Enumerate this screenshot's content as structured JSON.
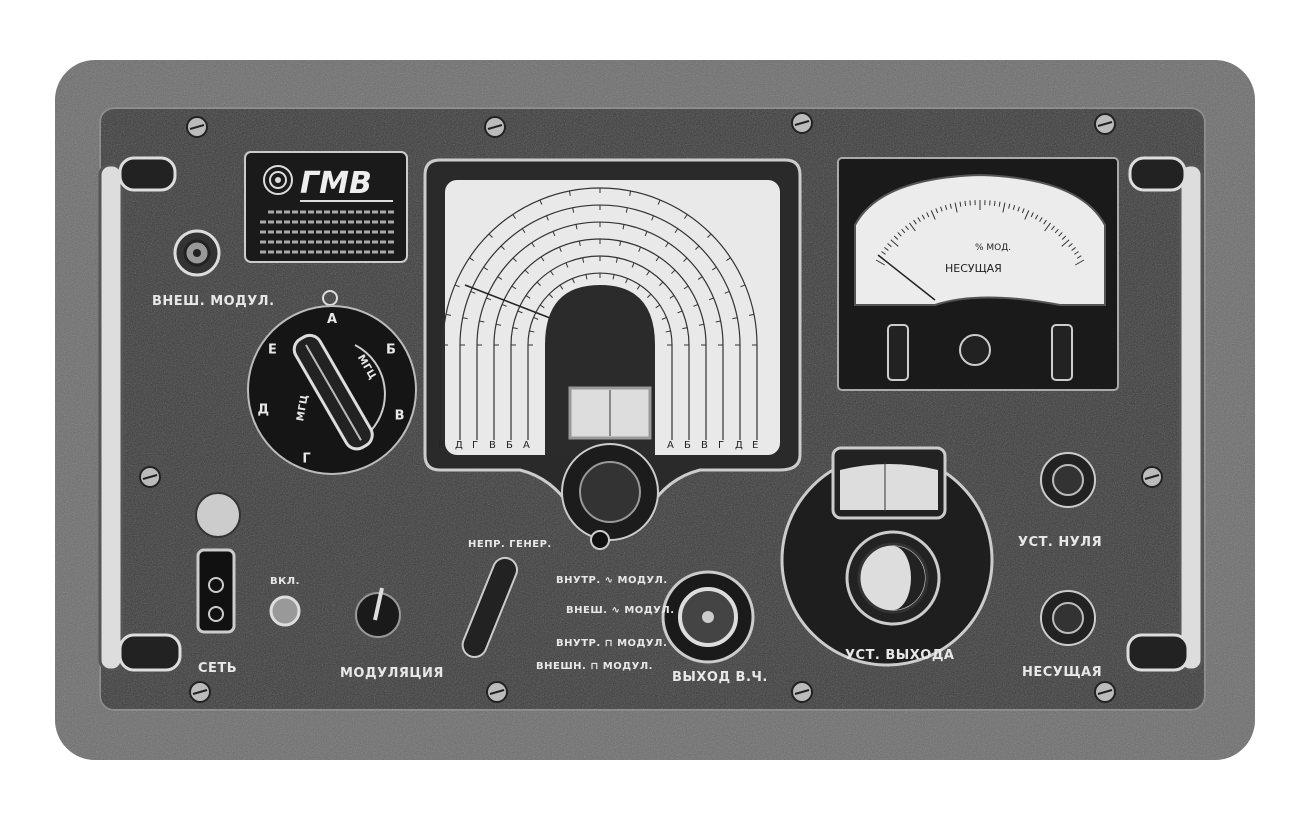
{
  "nameplate": {
    "logo": "ГМВ"
  },
  "band_switch": {
    "letters": [
      "А",
      "Б",
      "В",
      "Г",
      "Д",
      "Е"
    ],
    "unit_left": "МГЦ",
    "unit_right": "МГЦ"
  },
  "labels": {
    "ext_mod_jack": "ВНЕШ. МОДУЛ.",
    "power": "СЕТЬ",
    "on": "ВКЛ.",
    "modulation": "МОДУЛЯЦИЯ",
    "cw": "НЕПР. ГЕНЕР.",
    "int_sine": "ВНУТР. ∿ МОДУЛ.",
    "ext_sine": "ВНЕШ. ∿ МОДУЛ.",
    "int_pulse": "ВНУТР. ⊓ МОДУЛ.",
    "ext_pulse": "ВНЕШН. ⊓ МОДУЛ.",
    "rf_out": "ВЫХОД В.Ч.",
    "out_set": "УСТ. ВЫХОДА",
    "zero_set": "УСТ. НУЛЯ",
    "carrier": "НЕСУЩАЯ"
  },
  "meter": {
    "title": "НЕСУЩАЯ",
    "unit": "% МОД."
  },
  "dial": {
    "band_letters": [
      "А",
      "Б",
      "В",
      "Г",
      "Д",
      "Е"
    ]
  }
}
